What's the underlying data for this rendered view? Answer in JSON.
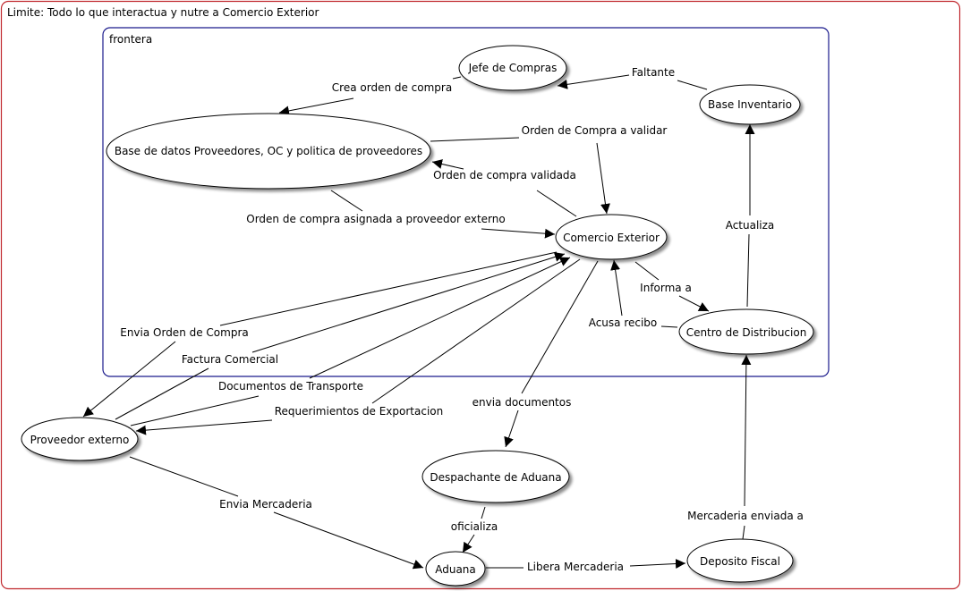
{
  "boundary": {
    "outer_label": "Limite: Todo lo que interactua y nutre a Comercio Exterior",
    "inner_label": "frontera",
    "outer_color": "#c0272d",
    "inner_color": "#1a1a8c"
  },
  "nodes": [
    {
      "id": "jefe",
      "label": "Jefe de Compras"
    },
    {
      "id": "inventario",
      "label": "Base Inventario"
    },
    {
      "id": "bd",
      "label": "Base de datos Proveedores, OC y politica de proveedores"
    },
    {
      "id": "ce",
      "label": "Comercio Exterior"
    },
    {
      "id": "cd",
      "label": "Centro de Distribucion"
    },
    {
      "id": "proveedor",
      "label": "Proveedor externo"
    },
    {
      "id": "despachante",
      "label": "Despachante de Aduana"
    },
    {
      "id": "aduana",
      "label": "Aduana"
    },
    {
      "id": "deposito",
      "label": "Deposito Fiscal"
    }
  ],
  "edges": [
    {
      "id": "faltante",
      "from": "inventario",
      "to": "jefe",
      "label": "Faltante"
    },
    {
      "id": "crea-oc",
      "from": "jefe",
      "to": "bd",
      "label": "Crea orden de compra"
    },
    {
      "id": "oc-validar",
      "from": "bd",
      "to": "ce",
      "label": "Orden de Compra a validar"
    },
    {
      "id": "oc-validada",
      "from": "ce",
      "to": "bd",
      "label": "Orden de compra validada"
    },
    {
      "id": "oc-asignada",
      "from": "bd",
      "to": "ce",
      "label": "Orden de compra asignada a proveedor externo"
    },
    {
      "id": "actualiza",
      "from": "cd",
      "to": "inventario",
      "label": "Actualiza"
    },
    {
      "id": "informa",
      "from": "ce",
      "to": "cd",
      "label": "Informa a"
    },
    {
      "id": "acusa",
      "from": "cd",
      "to": "ce",
      "label": "Acusa recibo"
    },
    {
      "id": "envia-oc",
      "from": "ce",
      "to": "proveedor",
      "label": "Envia Orden de Compra"
    },
    {
      "id": "factura",
      "from": "proveedor",
      "to": "ce",
      "label": "Factura Comercial"
    },
    {
      "id": "docs-transporte",
      "from": "proveedor",
      "to": "ce",
      "label": "Documentos de Transporte"
    },
    {
      "id": "requerimientos",
      "from": "ce",
      "to": "proveedor",
      "label": "Requerimientos de Exportacion"
    },
    {
      "id": "envia-docs",
      "from": "ce",
      "to": "despachante",
      "label": "envia documentos"
    },
    {
      "id": "oficializa",
      "from": "despachante",
      "to": "aduana",
      "label": "oficializa"
    },
    {
      "id": "envia-merc",
      "from": "proveedor",
      "to": "aduana",
      "label": "Envia Mercaderia"
    },
    {
      "id": "libera",
      "from": "aduana",
      "to": "deposito",
      "label": "Libera Mercaderia"
    },
    {
      "id": "merc-enviada",
      "from": "deposito",
      "to": "cd",
      "label": "Mercaderia enviada a"
    }
  ]
}
